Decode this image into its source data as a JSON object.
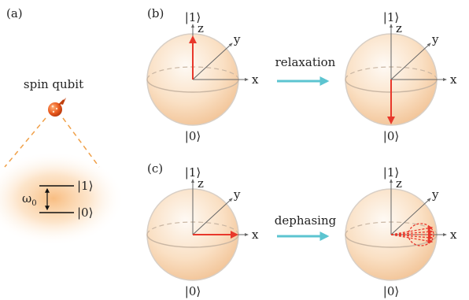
{
  "panels": {
    "a": {
      "label": "(a)",
      "title": "spin qubit",
      "omega": "ω",
      "omega_sub": "0",
      "upper_level": "|1⟩",
      "lower_level": "|0⟩"
    },
    "b": {
      "label": "(b)",
      "process": "relaxation"
    },
    "c": {
      "label": "(c)",
      "process": "dephasing"
    }
  },
  "sphere": {
    "top_state": "|1⟩",
    "bottom_state": "|0⟩",
    "axis_x": "x",
    "axis_y": "y",
    "axis_z": "z"
  },
  "colors": {
    "vector": "#e8382b",
    "process_arrow": "#5cc4d0",
    "sphere_light": "#fdf0e2",
    "sphere_dark": "#f2c495",
    "glow": "#f8b978",
    "dashed_line": "#f0a048"
  }
}
